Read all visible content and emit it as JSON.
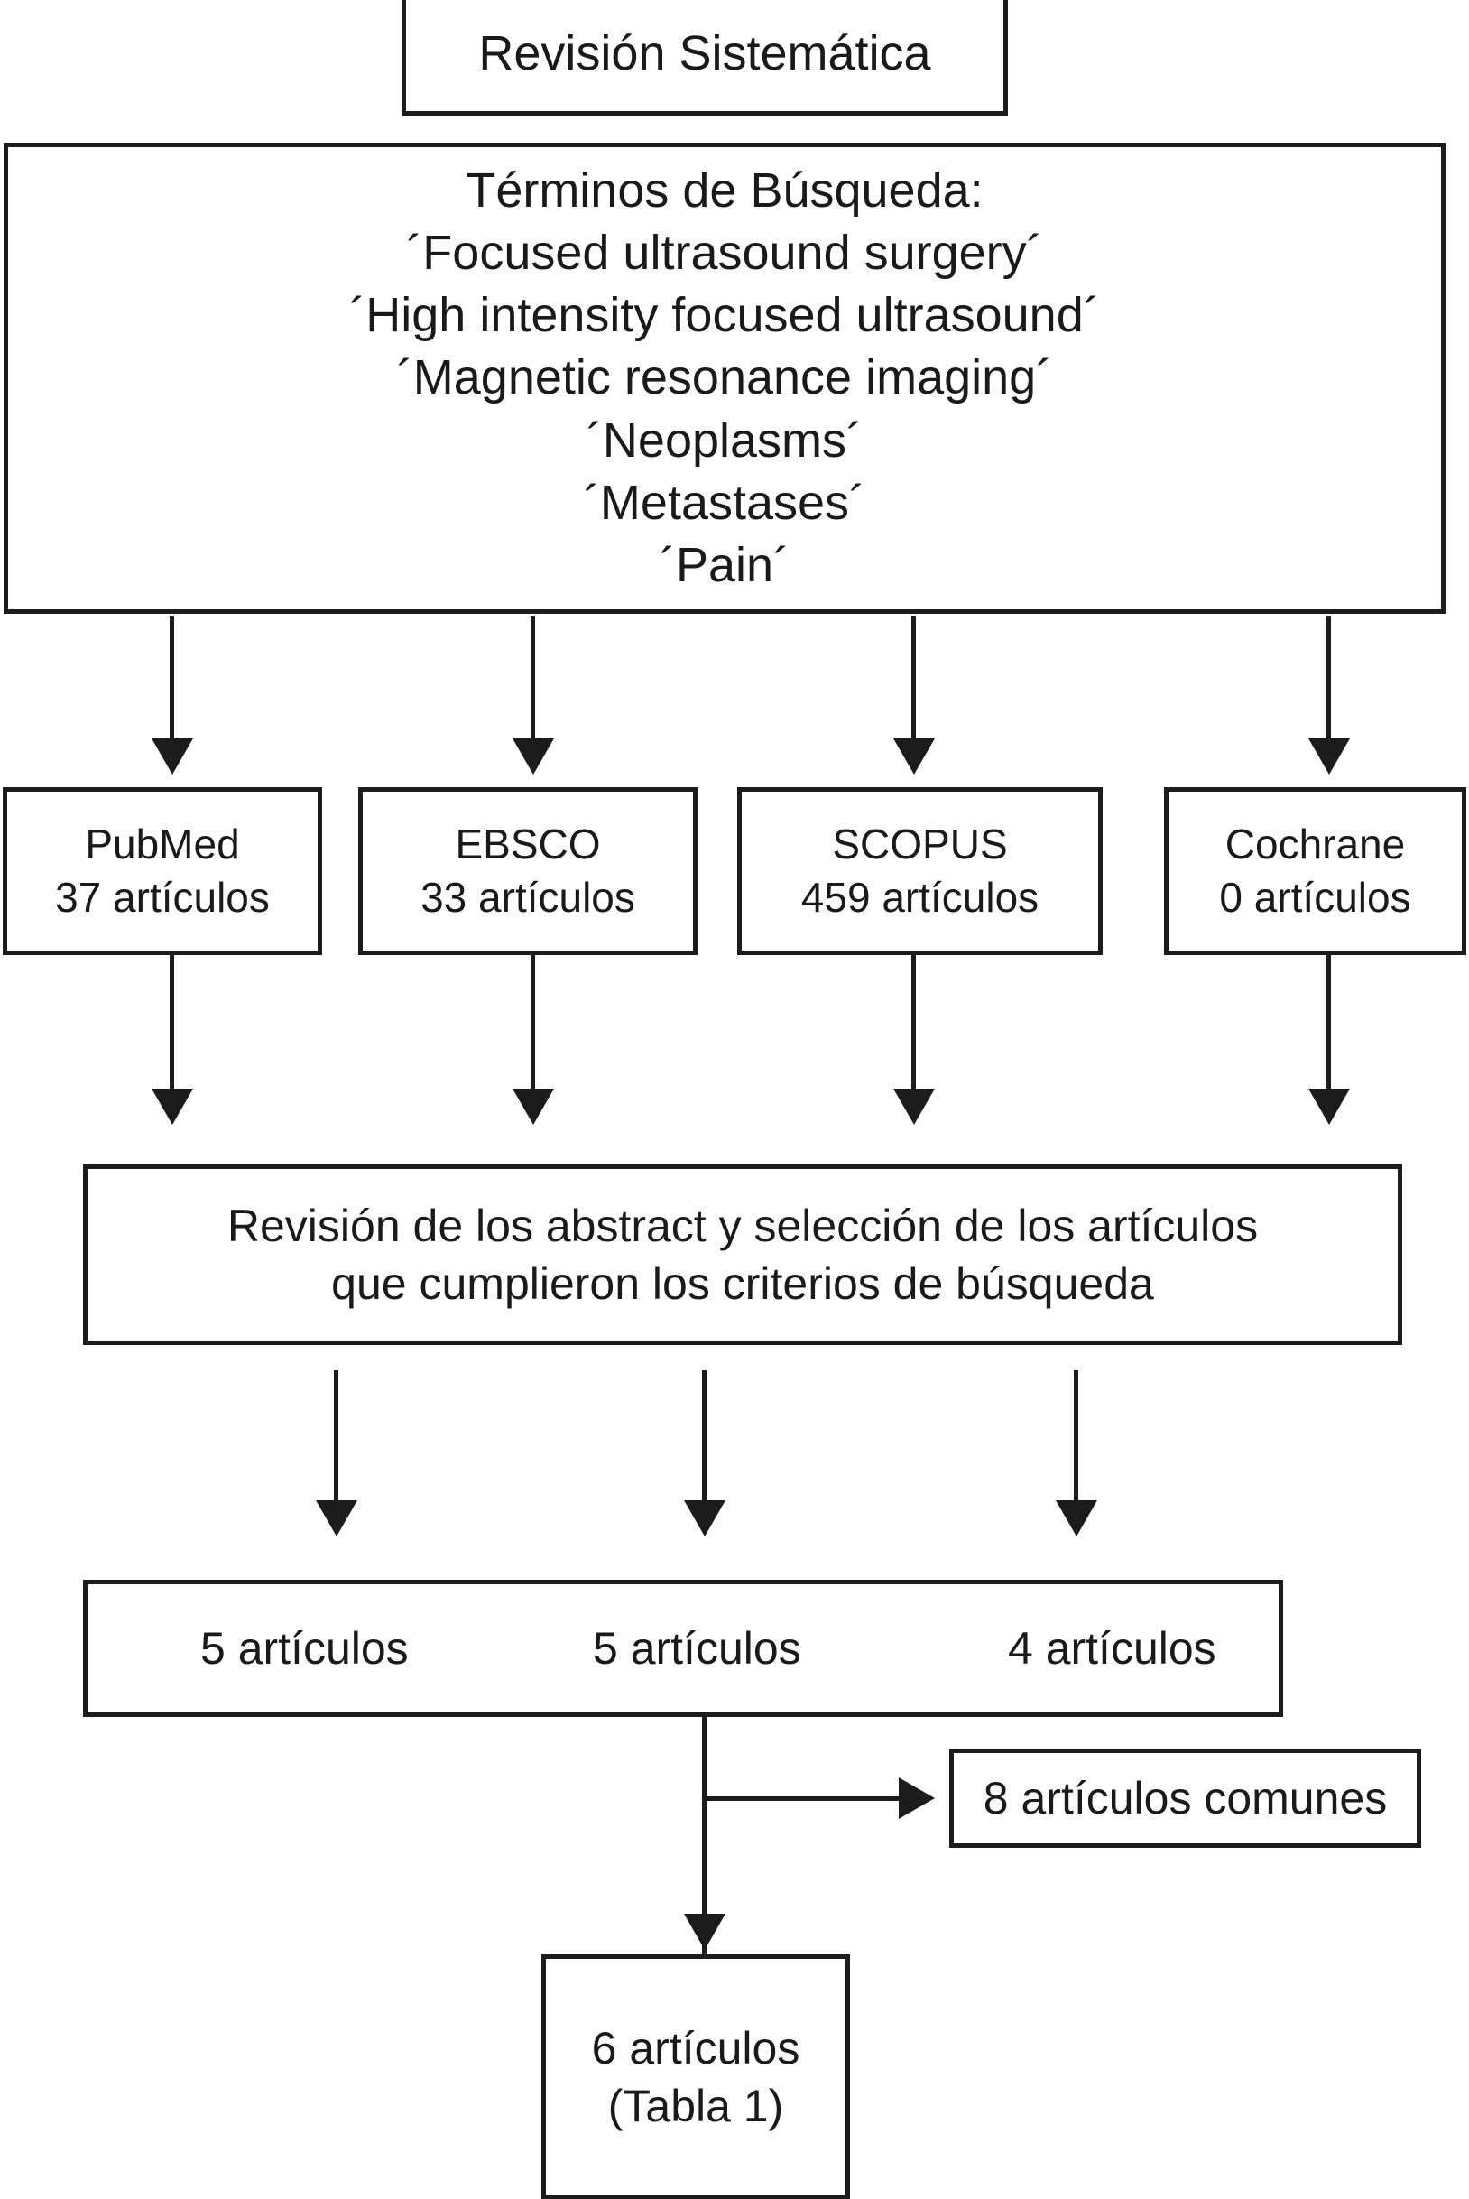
{
  "diagram": {
    "title_box": {
      "label": "Revisión Sistemática"
    },
    "search_terms_box": {
      "heading": "Términos de Búsqueda:",
      "terms": [
        "´Focused ultrasound surgery´",
        "´High intensity focused ultrasound´",
        "´Magnetic resonance imaging´",
        "´Neoplasms´",
        "´Metastases´",
        "´Pain´"
      ]
    },
    "databases": [
      {
        "name": "PubMed",
        "count": "37 artículos"
      },
      {
        "name": "EBSCO",
        "count": "33 artículos"
      },
      {
        "name": "SCOPUS",
        "count": "459 artículos"
      },
      {
        "name": "Cochrane",
        "count": "0 artículos"
      }
    ],
    "review_box": {
      "line1": "Revisión de los abstract y selección de los artículos",
      "line2": "que cumplieron los criterios de búsqueda"
    },
    "counts_box": {
      "items": [
        "5 artículos",
        "5 artículos",
        "4 artículos"
      ]
    },
    "common_box": {
      "label": "8 artículos comunes"
    },
    "final_box": {
      "line1": "6 artículos",
      "line2": "(Tabla 1)"
    },
    "colors": {
      "stroke": "#1c1c1c",
      "background": "#ffffff",
      "text": "#1a1a1a"
    }
  }
}
